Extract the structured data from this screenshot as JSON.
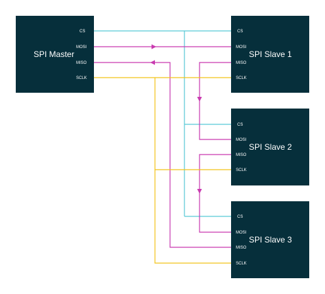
{
  "master": {
    "title": "SPI Master",
    "pins": {
      "cs": "CS",
      "mosi": "MOSI",
      "miso": "MISO",
      "sclk": "SCLK"
    }
  },
  "slaves": [
    {
      "title": "SPI Slave 1",
      "pins": {
        "cs": "CS",
        "mosi": "MOSI",
        "miso": "MISO",
        "sclk": "SCLK"
      }
    },
    {
      "title": "SPI Slave 2",
      "pins": {
        "cs": "CS",
        "mosi": "MOSI",
        "miso": "MISO",
        "sclk": "SCLK"
      }
    },
    {
      "title": "SPI Slave 3",
      "pins": {
        "cs": "CS",
        "mosi": "MOSI",
        "miso": "MISO",
        "sclk": "SCLK"
      }
    }
  ],
  "colors": {
    "box": "#062f3b",
    "cs_line": "#59c9d6",
    "data_line": "#c93bb0",
    "clock_line": "#f2c31a"
  }
}
